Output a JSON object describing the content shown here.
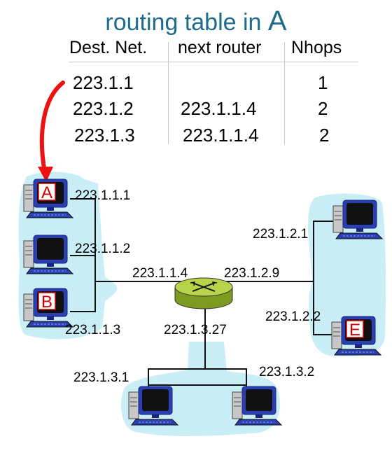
{
  "title": {
    "prefix": "routing table in ",
    "router": "A"
  },
  "table": {
    "headers": [
      "Dest. Net.",
      "next router",
      "Nhops"
    ],
    "rows": [
      {
        "dest": "223.1.1",
        "next": "",
        "hops": "1"
      },
      {
        "dest": "223.1.2",
        "next": "223.1.1.4",
        "hops": "2"
      },
      {
        "dest": "223.1.3",
        "next": "223.1.1.4",
        "hops": "2"
      }
    ]
  },
  "hosts": {
    "a": "A",
    "b": "B",
    "e": "E"
  },
  "addresses": {
    "a": "223.1.1.1",
    "h2": "223.1.1.2",
    "b": "223.1.1.3",
    "router_left": "223.1.1.4",
    "router_right": "223.1.2.9",
    "router_bottom": "223.1.3.27",
    "right_top": "223.1.2.1",
    "e": "223.1.2.2",
    "bottom_left": "223.1.3.1",
    "bottom_right": "223.1.3.2"
  },
  "colors": {
    "title": "#1e6b8c",
    "subnet": "#c9eef6",
    "router": "#b8d44a",
    "arrow": "#ee1111"
  }
}
